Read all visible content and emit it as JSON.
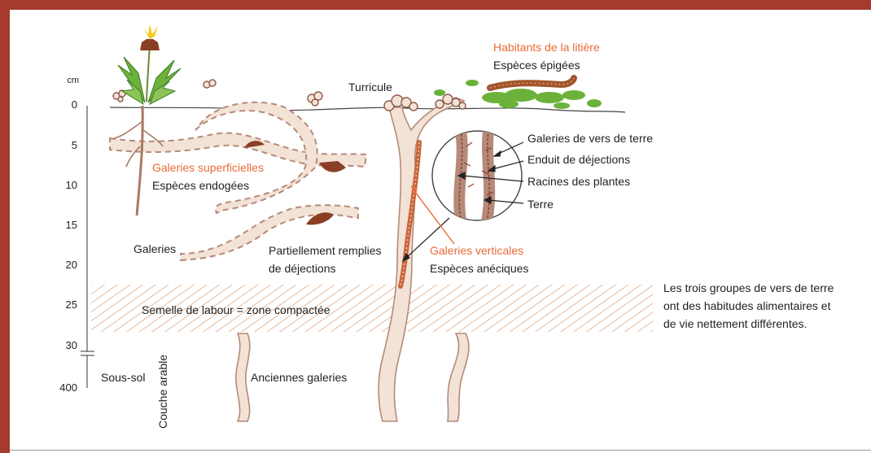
{
  "colors": {
    "frame": "#a63a2e",
    "accent_orange": "#ea6a37",
    "burrow_fill": "#f3e2d6",
    "burrow_edge": "#b58a7a",
    "castings": "#8a3f24",
    "leaf_green": "#6cb23a",
    "text": "#222222"
  },
  "depth_axis": {
    "unit": "cm",
    "ticks": [
      "0",
      "5",
      "10",
      "15",
      "20",
      "25",
      "30",
      "400"
    ],
    "title": "Couche arable"
  },
  "labels": {
    "turricule": "Turricule",
    "litter_title": "Habitants de la litière",
    "litter_subtitle": "Espèces épigées",
    "surface_title": "Galeries superficielles",
    "surface_subtitle": "Espèces endogées",
    "galleries": "Galeries",
    "partial_line1": "Partiellement remplies",
    "partial_line2": "de déjections",
    "plough_pan": "Semelle de labour = zone compactée",
    "subsoil": "Sous-sol",
    "old_galleries": "Anciennes galeries",
    "vertical_title": "Galeries verticales",
    "vertical_subtitle": "Espèces anéciques",
    "zoom_galleries": "Galeries de vers de terre",
    "zoom_coating": "Enduit de déjections",
    "zoom_roots": "Racines des plantes",
    "zoom_soil": "Terre"
  },
  "summary": {
    "line1": "Les trois groupes de vers de terre",
    "line2": "ont des habitudes alimentaires et",
    "line3": "de vie nettement différentes."
  },
  "icons": [
    "dandelion-plant-icon",
    "earthworm-icon",
    "leaf-litter-icon",
    "worm-cast-icon",
    "magnifier-circle-icon",
    "arrow-icon"
  ]
}
